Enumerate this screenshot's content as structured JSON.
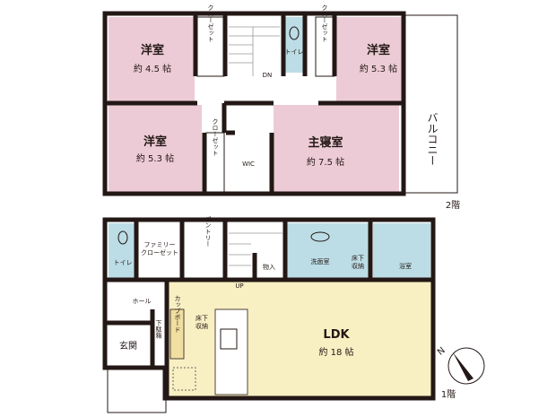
{
  "floor2": {
    "label": "2階",
    "rooms": [
      {
        "name": "洋室",
        "size": "約 4.5 帖"
      },
      {
        "name": "洋室",
        "size": "約 5.3 帖"
      },
      {
        "name": "洋室",
        "size": "約 5.3 帖"
      },
      {
        "name": "主寝室",
        "size": "約 7.5 帖"
      }
    ],
    "closet": "クローゼット",
    "toilet": "トイレ",
    "stairs": "DN",
    "wic": "WIC",
    "balcony": "バルコニー"
  },
  "floor1": {
    "label": "1階",
    "toilet": "トイレ",
    "family_closet": [
      "ファミリー",
      "クローゼット"
    ],
    "pantry": "パントリー",
    "storage": "物入",
    "washroom": "洗面室",
    "underfloor": [
      "床下",
      "収納"
    ],
    "bath": "浴室",
    "hall": "ホール",
    "entrance": "玄関",
    "shoe_box": "下駄箱",
    "cupboard": "カップボード",
    "stairs": "UP",
    "ldk": {
      "name": "LDK",
      "size": "約 18 帖"
    }
  },
  "compass": "N",
  "colors": {
    "bedroom": "#eccbd6",
    "wet_area": "#bcdde6",
    "ldk": "#f8efc3",
    "wall": "#231815"
  }
}
